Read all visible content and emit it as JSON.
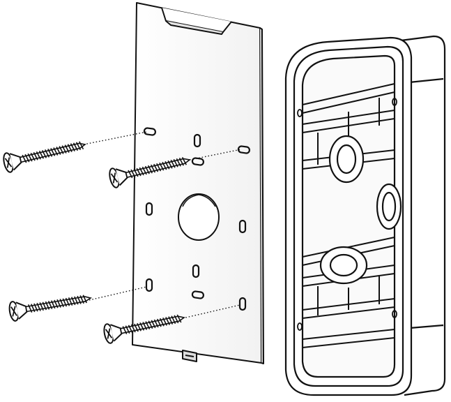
{
  "diagram": {
    "screw_count": 4,
    "colors": {
      "line": "#111111",
      "fill": "#ffffff",
      "shade": "#e9e9e9",
      "dark_shade": "#cfcfcf"
    },
    "parts": {
      "mounting_plate": "mounting-plate",
      "junction_box": "junction-box",
      "screws": "wood-screw"
    }
  }
}
